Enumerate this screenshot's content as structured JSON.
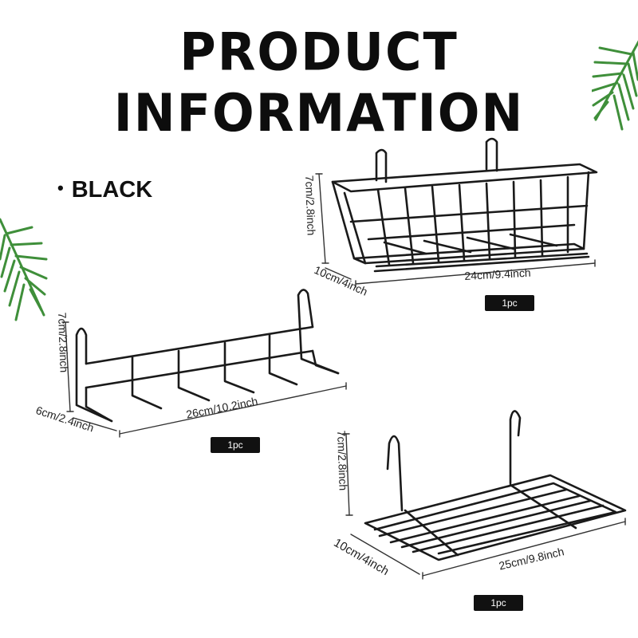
{
  "header": {
    "title": "PRODUCT INFORMATION"
  },
  "color": {
    "bullet": "•",
    "label": "BLACK"
  },
  "products": [
    {
      "name": "basket",
      "height": "7cm/2.8inch",
      "depth": "10cm/4inch",
      "width": "24cm/9.4inch",
      "quantity": "1pc"
    },
    {
      "name": "hook-rack",
      "height": "7cm/2.8inch",
      "depth": "6cm/2.4inch",
      "width": "26cm/10.2inch",
      "quantity": "1pc"
    },
    {
      "name": "shelf",
      "height": "7cm/2.8inch",
      "depth": "10cm/4inch",
      "width": "25cm/9.8inch",
      "quantity": "1pc"
    }
  ],
  "colors": {
    "wire": "#1a1a1a",
    "leaf": "#3f8f3a",
    "badge": "#111111"
  }
}
